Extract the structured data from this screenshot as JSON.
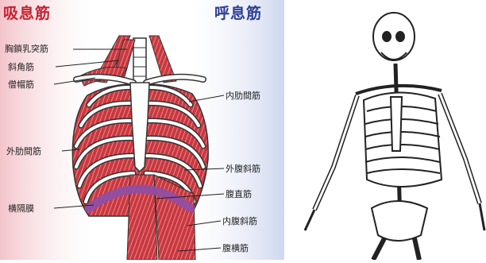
{
  "colors": {
    "inspiratory": "#c8202e",
    "expiratory": "#2c3e98",
    "muscle": "#c9383f",
    "diaphragm": "#8e4fa6",
    "bone": "#ffffff",
    "outline": "#222222",
    "bg_left": "#f6d6da",
    "bg_right": "#dde3f3"
  },
  "left_figure": {
    "header": "吸息筋",
    "labels": [
      "胸鎖乳突筋",
      "斜角筋",
      "僧帽筋",
      "外肋間筋",
      "横隔膜"
    ]
  },
  "right_labels": {
    "header": "呼息筋",
    "labels": [
      "内肋間筋",
      "外腹斜筋",
      "腹直筋",
      "内腹斜筋",
      "腹横筋"
    ]
  },
  "skeleton": {
    "icon": "skeleton-figure-icon"
  }
}
